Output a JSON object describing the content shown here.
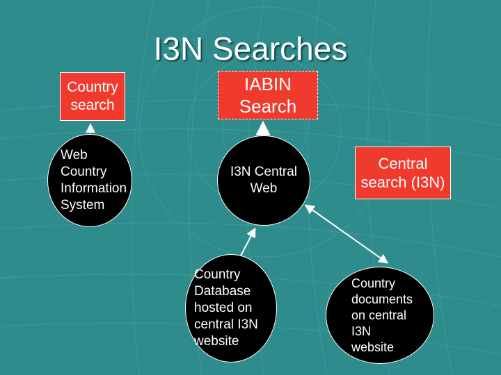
{
  "title": "I3N Searches",
  "colors": {
    "background": "#2f8c8c",
    "red_box": "#f03a2e",
    "circle": "#000000",
    "text": "#ffffff"
  },
  "nodes": {
    "country_search": "Country\nsearch",
    "iabin_search": "IABIN\nSearch",
    "central_search": "Central\nsearch (I3N)",
    "web_country_info": "Web\nCountry\nInformation\nSystem",
    "i3n_central_web": "I3N Central\nWeb",
    "country_database": "Country\nDatabase\nhosted on\ncentral I3N\nwebsite",
    "country_documents": "Country\ndocuments\non central\nI3N\nwebsite"
  }
}
